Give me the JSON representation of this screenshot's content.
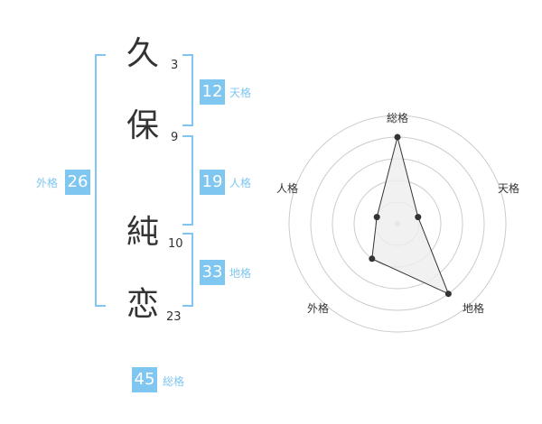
{
  "name": {
    "characters": [
      {
        "char": "久",
        "strokes": "3"
      },
      {
        "char": "保",
        "strokes": "9"
      },
      {
        "char": "純",
        "strokes": "10"
      },
      {
        "char": "恋",
        "strokes": "23"
      }
    ]
  },
  "fortunes": {
    "tenkaku": {
      "value": "12",
      "label": "天格"
    },
    "jinkaku": {
      "value": "19",
      "label": "人格"
    },
    "chikaku": {
      "value": "33",
      "label": "地格"
    },
    "gaikaku": {
      "value": "26",
      "label": "外格"
    },
    "soukaku": {
      "value": "45",
      "label": "総格"
    }
  },
  "radar": {
    "axes": [
      "総格",
      "天格",
      "地格",
      "外格",
      "人格"
    ],
    "values": [
      4,
      1,
      4,
      2,
      1
    ],
    "max": 5
  },
  "colors": {
    "accent": "#7fc6f1",
    "text": "#333333",
    "grid": "#cccccc",
    "fill": "#eeeeee"
  }
}
